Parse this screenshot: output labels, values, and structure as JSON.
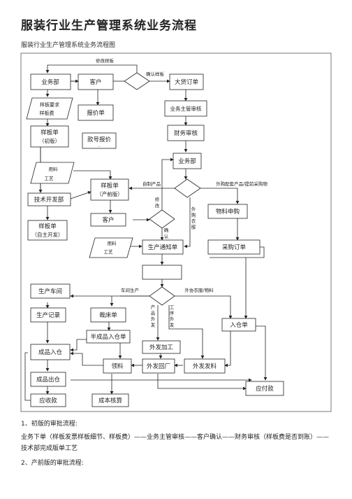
{
  "document": {
    "title": "服装行业生产管理系统业务流程",
    "subtitle": "服装行业生产管理系统业务流程图",
    "paragraphs": [
      "1、初版的审批流程:",
      "业务下单（样板发票样板细节、样板费）——业务主管审核——客户确认——财务审核（样板费是否到账）——技术部完成版单工艺",
      "2、产前版的审批流程:"
    ]
  },
  "flowchart": {
    "nodes": {
      "yewubu_top": "业务部",
      "kehu_top": "客户",
      "dahuo_dingdan": "大货订单",
      "yangban_yaoqiu_1": "样板要求",
      "yangban_yaoqiu_2": "样板费",
      "baojia_dan": "报价单",
      "yewu_zhuguan": "业务主管审核",
      "yangban_chuban_1": "样板单",
      "yangban_chuban_2": "（初版）",
      "kuanhao_baojia": "款号报价",
      "kuanhao_small": "...",
      "caiwu_shenhe": "财务审核",
      "yewubu_mid": "业务部",
      "yongliao_1a": "用料",
      "yongliao_1b": "工艺",
      "yangban_chanqian_1": "样板单",
      "yangban_chanqian_2": "（产前版）",
      "jishu_kaifa": "技术开发部",
      "kehu_mid": "客户",
      "wuliao_caigou": "物料申购",
      "yangban_zizhu_1": "样板单",
      "yangban_zizhu_2": "（自主开发）",
      "yongliao_2a": "用料",
      "yongliao_2b": "工艺",
      "shengchan_tongzhi": "生产通知单",
      "caigou_dingdan": "采购订单",
      "shengchan_chejian": "生产车间",
      "shengchan_jilu": "生产记录",
      "caichuang_dan": "裁床单",
      "ruku_dan": "入仓单",
      "banchengpin": "半成品入仓单",
      "waifa_jiagong": "外发加工",
      "chengpin_rucang": "成品入仓",
      "lingliao": "领料",
      "waifa_huichang": "外发回厂",
      "waifa_faliao": "外发发料",
      "chengpin_chucang": "成品出仓",
      "yingshou": "应收款",
      "chengben_hesuan": "成本核算",
      "yingfu": "应付款"
    },
    "labels": {
      "xiugai_yangban": "修改样板",
      "queren_yangban": "确认样板",
      "zizhi_chanpin": "自制产品",
      "waigou_peitao": "外购配套产品/提前采购物",
      "xiugai_1": "修",
      "xiugai_2": "改",
      "queren_1": "确",
      "queren_2": "认",
      "waigou_yifu": "外购衣服",
      "chejian_shengchan": "车间生产",
      "waifa_yifu": "外协衣服/物料",
      "chanpin_waifa": "产品外发",
      "gongxu_waifa": "工序外发"
    }
  }
}
